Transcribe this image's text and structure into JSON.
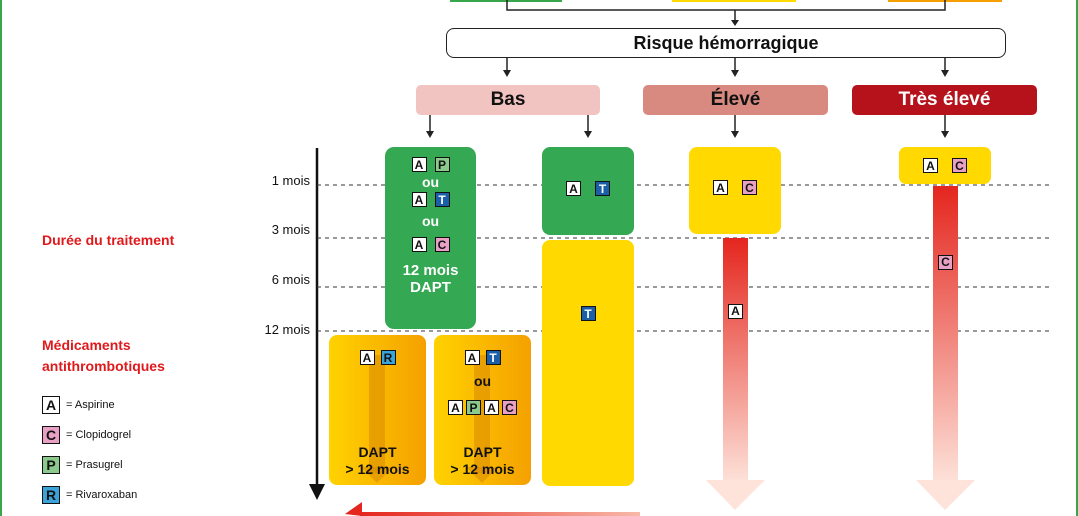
{
  "title": "Risque hémorragique",
  "levels": {
    "bas": "Bas",
    "eleve": "Élevé",
    "tres_eleve": "Très élevé"
  },
  "months": [
    "1 mois",
    "3 mois",
    "6 mois",
    "12 mois"
  ],
  "left": {
    "duree": "Durée du traitement",
    "meds_line1": "Médicaments",
    "meds_line2": "antithrombotiques"
  },
  "legend": [
    {
      "code": "A",
      "label": "= Aspirine"
    },
    {
      "code": "C",
      "label": "= Clopidogrel"
    },
    {
      "code": "P",
      "label": "= Prasugrel"
    },
    {
      "code": "R",
      "label": "= Rivaroxaban"
    }
  ],
  "codes": {
    "A": "A",
    "C": "C",
    "P": "P",
    "T": "T",
    "R": "R"
  },
  "ou": "ou",
  "green_dapt": {
    "line1": "12 mois",
    "line2": "DAPT"
  },
  "dapt_long": {
    "line1": "DAPT",
    "line2": "> 12 mois"
  },
  "colors": {
    "green": "#35a853",
    "yellow": "#ffd900",
    "bas": "#f2c4c1",
    "eleve": "#d98a80",
    "tres_eleve": "#b5121b",
    "red_arrow": "#e4261e",
    "frame": "#3aa64a"
  }
}
